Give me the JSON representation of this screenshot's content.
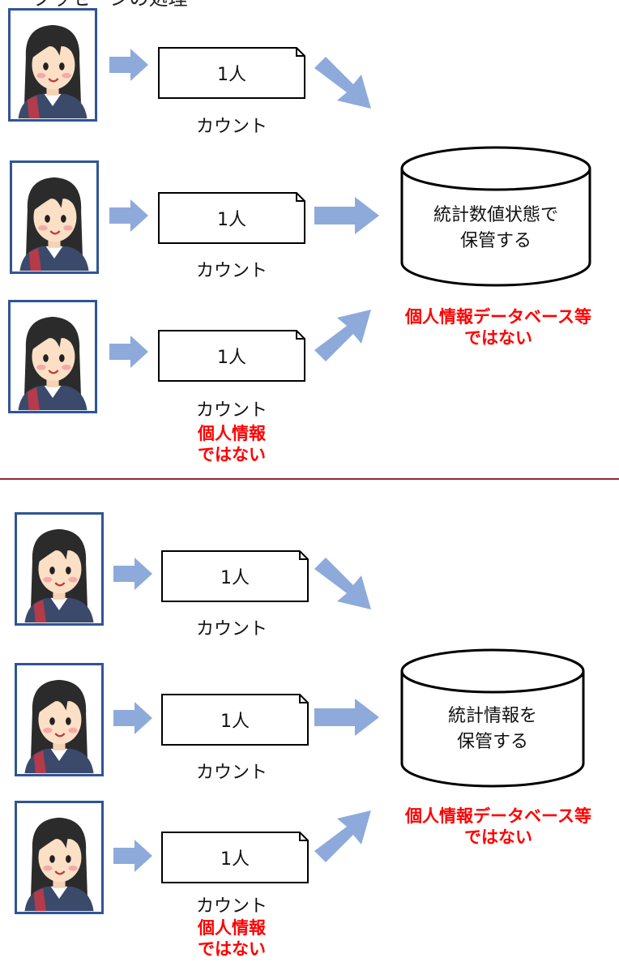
{
  "header_fragment": "クッセージの処理",
  "colors": {
    "arrow": "#8eaadb",
    "photo_border": "#2f5597",
    "divider": "#9b2335",
    "red_text": "#ff0000"
  },
  "top": {
    "rows": [
      {
        "card": "1人",
        "caption": "カウント"
      },
      {
        "card": "1人",
        "caption": "カウント"
      },
      {
        "card": "1人",
        "caption": "カウント",
        "note_line1": "個人情報",
        "note_line2": "ではない"
      }
    ],
    "database": {
      "line1": "統計数値状態で",
      "line2": "保管する"
    },
    "database_note": {
      "line1": "個人情報データベース等",
      "line2": "ではない"
    }
  },
  "bottom": {
    "rows": [
      {
        "card": "1人",
        "caption": "カウント"
      },
      {
        "card": "1人",
        "caption": "カウント"
      },
      {
        "card": "1人",
        "caption": "カウント",
        "note_line1": "個人情報",
        "note_line2": "ではない"
      }
    ],
    "database": {
      "line1": "統計情報を",
      "line2": "保管する"
    },
    "database_note": {
      "line1": "個人情報データベース等",
      "line2": "ではない"
    }
  }
}
